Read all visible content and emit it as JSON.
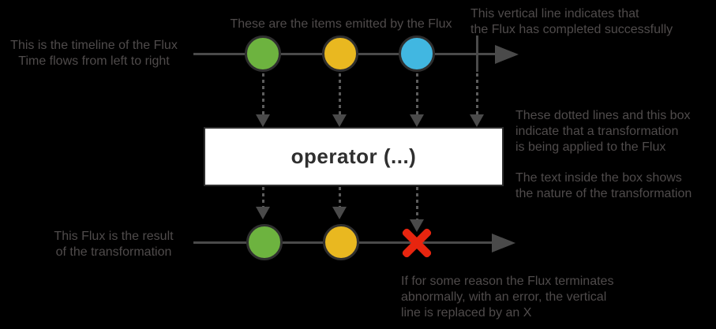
{
  "diagram": {
    "title": "Flux marble diagram legend",
    "annotations": {
      "timeline": "This is the timeline of the Flux\nTime flows from left to right",
      "items": "These are the items emitted by the Flux",
      "completed": "This vertical line indicates that\nthe Flux has completed successfully",
      "transformation_box": "These dotted lines and this box\nindicate that a transformation\nis being applied to the Flux",
      "transformation_text": "The text inside the box shows\nthe nature of the transformation",
      "result": "This Flux is the result\nof the transformation",
      "error": "If for some reason the Flux terminates\nabnormally, with an error, the vertical\nline is replaced by an X"
    },
    "operator": {
      "label": "operator (...)"
    },
    "source_flux": {
      "marbles": [
        "green",
        "yellow",
        "blue"
      ],
      "terminal": "complete"
    },
    "result_flux": {
      "marbles": [
        "green",
        "yellow"
      ],
      "terminal": "error"
    },
    "colors": {
      "background": "#000000",
      "line_gray": "#4a4a4a",
      "dash_gray": "#5c5c5c",
      "annotation_text": "#4f4b4b",
      "marble_green": "#6db33f",
      "marble_yellow": "#e9b820",
      "marble_blue": "#41b7e1",
      "marble_border": "#2f2f2f",
      "error_red": "#e8250f",
      "box_background": "#ffffff",
      "box_border": "#2f2f2f",
      "box_text": "#2f2f2f"
    }
  }
}
